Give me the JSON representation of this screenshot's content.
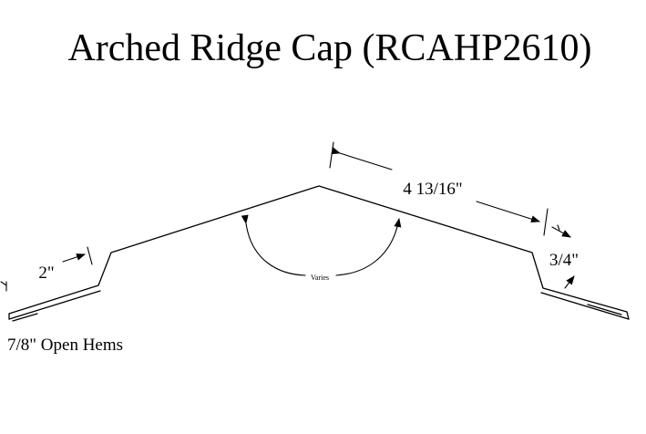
{
  "title": "Arched Ridge Cap (RCAHP2610)",
  "dimensions": {
    "top_leg": "4 13/16\"",
    "hem_leg": "2\"",
    "step": "3/4\"",
    "angle": "Varies",
    "hems_note": "7/8\" Open Hems"
  }
}
